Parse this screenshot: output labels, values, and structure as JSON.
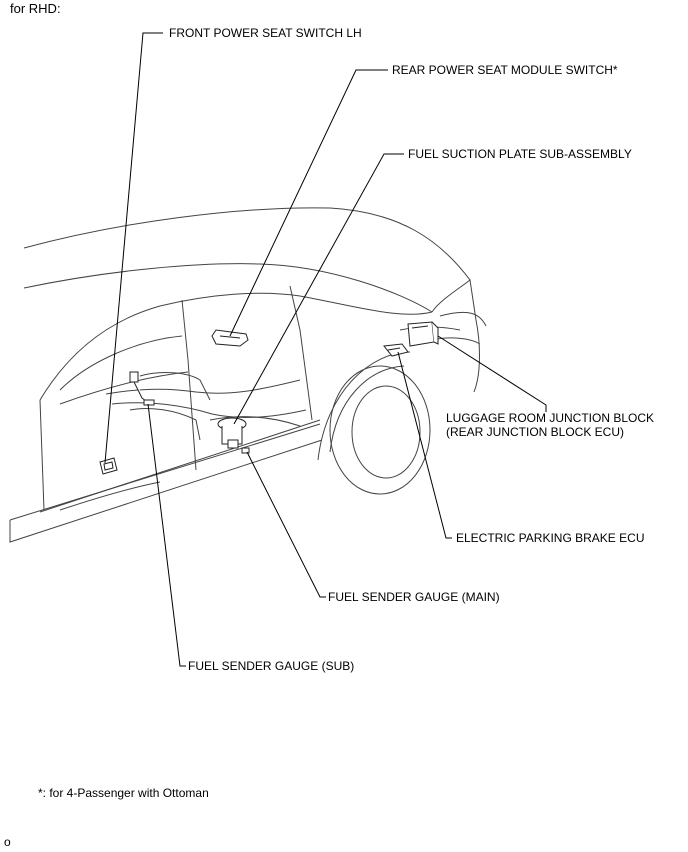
{
  "header": {
    "title": "for RHD:"
  },
  "labels": {
    "front_power_seat_switch_lh": "FRONT POWER SEAT SWITCH LH",
    "rear_power_seat_module_switch": "REAR POWER SEAT MODULE SWITCH*",
    "fuel_suction_plate": "FUEL SUCTION PLATE SUB-ASSEMBLY",
    "luggage_room_junction_block_1": "LUGGAGE ROOM JUNCTION BLOCK",
    "luggage_room_junction_block_2": "(REAR JUNCTION BLOCK ECU)",
    "electric_parking_brake_ecu": "ELECTRIC PARKING BRAKE ECU",
    "fuel_sender_gauge_main": "FUEL SENDER GAUGE (MAIN)",
    "fuel_sender_gauge_sub": "FUEL SENDER GAUGE (SUB)"
  },
  "footnote": "*: for 4-Passenger with Ottoman",
  "page_mark": "o"
}
